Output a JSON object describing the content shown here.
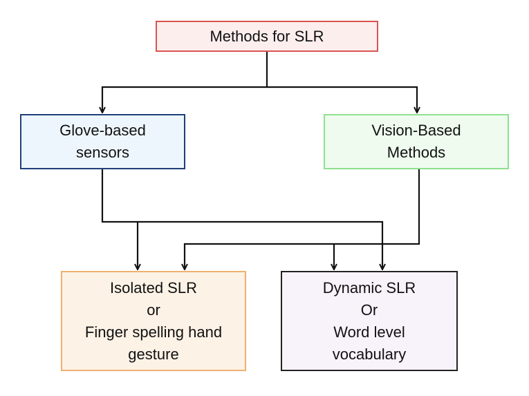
{
  "nodes": {
    "root": {
      "lines": [
        "Methods for SLR"
      ],
      "fill": "#fdeeee",
      "border": "#d9534f"
    },
    "glove": {
      "lines": [
        "Glove-based",
        "sensors"
      ],
      "fill": "#eef6fd",
      "border": "#1f3f7a"
    },
    "vision": {
      "lines": [
        "Vision-Based",
        "Methods"
      ],
      "fill": "#eefbee",
      "border": "#8fe08f"
    },
    "isolated": {
      "lines": [
        "Isolated SLR",
        "or",
        "Finger spelling hand",
        "gesture"
      ],
      "fill": "#fdf2e6",
      "border": "#f0b070"
    },
    "dynamic": {
      "lines": [
        "Dynamic SLR",
        "Or",
        "Word level",
        "vocabulary"
      ],
      "fill": "#f8f2fa",
      "border": "#222222"
    }
  },
  "edges": [
    {
      "from": "root",
      "to": "glove"
    },
    {
      "from": "root",
      "to": "vision"
    },
    {
      "from": "glove",
      "to": "isolated"
    },
    {
      "from": "glove",
      "to": "dynamic"
    },
    {
      "from": "vision",
      "to": "isolated"
    },
    {
      "from": "vision",
      "to": "dynamic"
    }
  ]
}
